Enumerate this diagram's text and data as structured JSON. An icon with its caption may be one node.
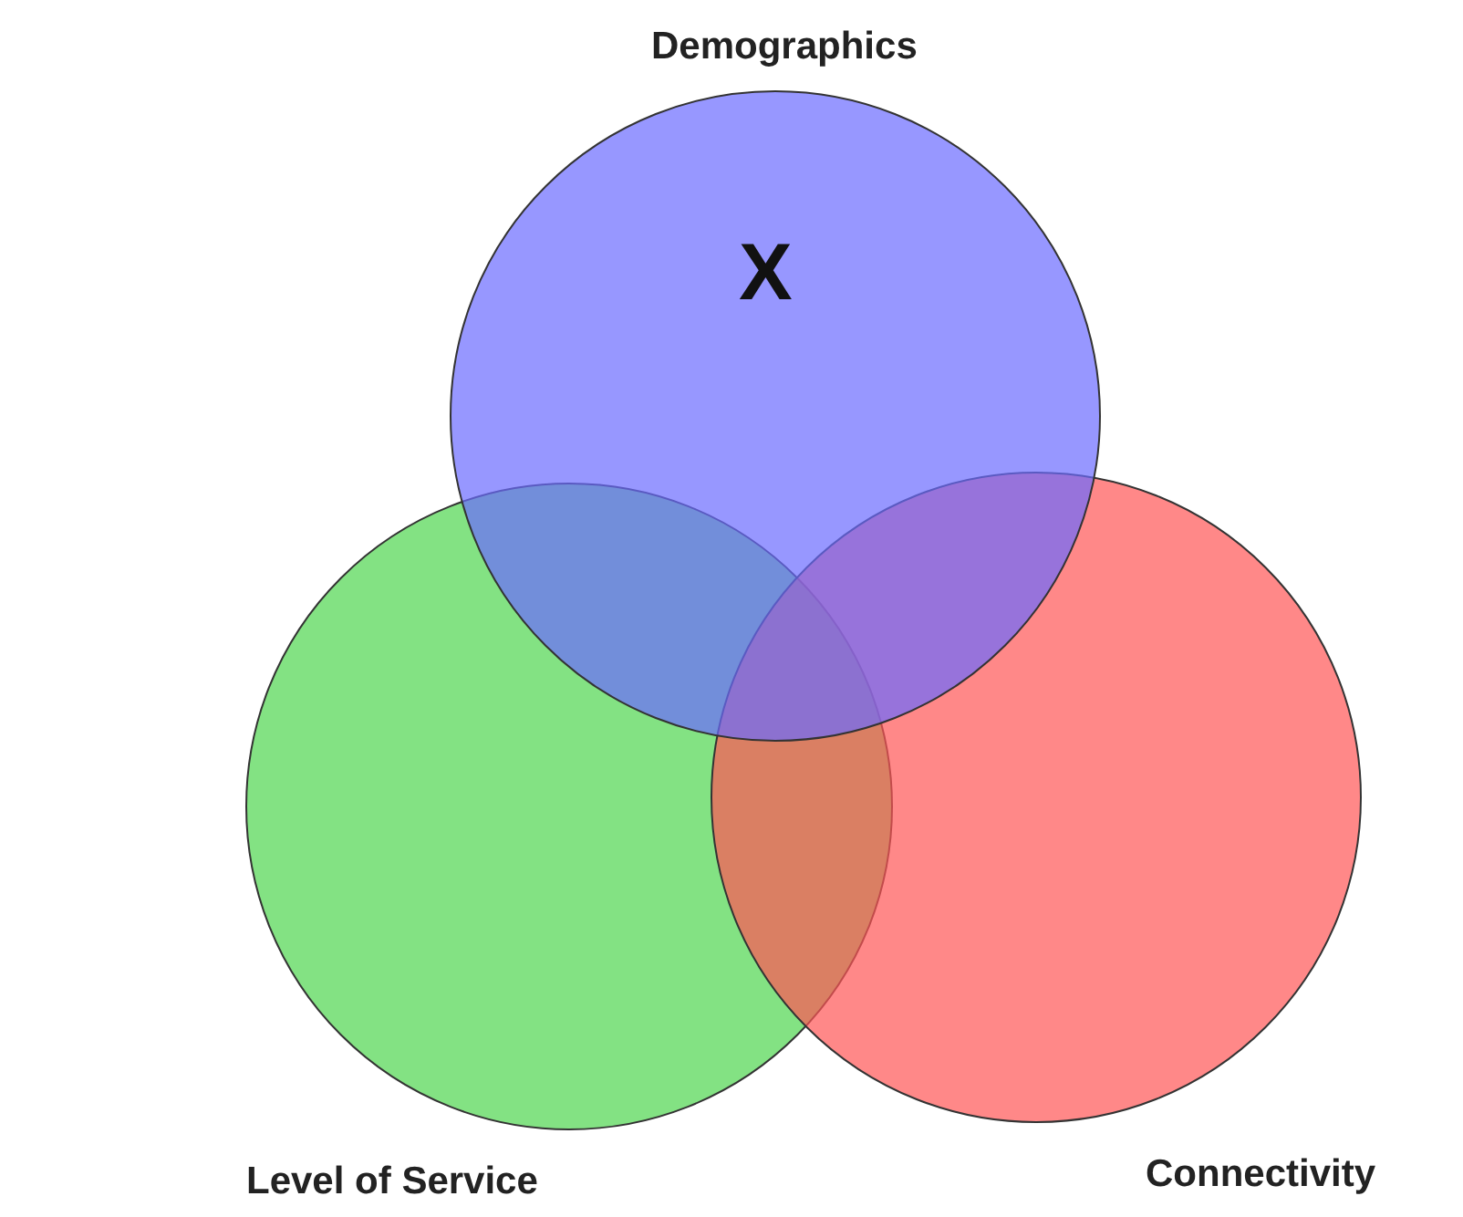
{
  "diagram": {
    "nodes": [
      {
        "text": [
          "Demographics",
          "X"
        ]
      },
      {
        "text": [
          "Level of Service"
        ]
      },
      {
        "text": [
          "Connectivity"
        ]
      }
    ]
  }
}
